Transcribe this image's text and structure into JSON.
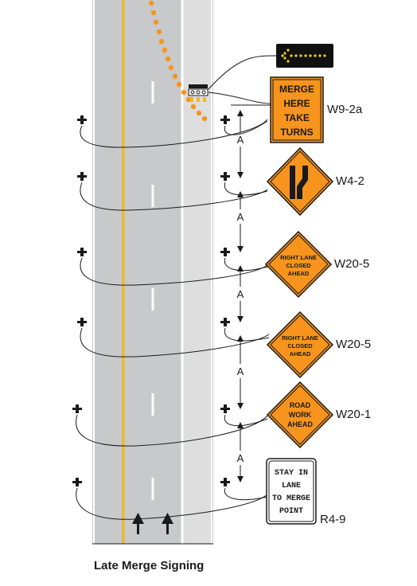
{
  "caption": "Late Merge Signing",
  "dimension_label": "A",
  "signs": [
    {
      "code": "W9-2a",
      "lines": [
        "MERGE",
        "HERE",
        "TAKE",
        "TURNS"
      ],
      "color": "#f7941d"
    },
    {
      "code": "W4-2",
      "lines": [],
      "color": "#f7941d",
      "icon": "lane-ends-merge-icon"
    },
    {
      "code": "W20-5",
      "lines": [
        "RIGHT LANE",
        "CLOSED",
        "AHEAD"
      ],
      "color": "#f7941d"
    },
    {
      "code": "W20-5",
      "lines": [
        "RIGHT LANE",
        "CLOSED",
        "AHEAD"
      ],
      "color": "#f7941d"
    },
    {
      "code": "W20-1",
      "lines": [
        "ROAD",
        "WORK",
        "AHEAD"
      ],
      "color": "#f7941d"
    },
    {
      "code": "R4-9",
      "lines": [
        "STAY IN",
        "LANE",
        "TO MERGE",
        "POINT"
      ],
      "color": "#ffffff"
    }
  ],
  "arrow_board": {
    "icon": "arrow-board-left-icon",
    "color": "#f7d117"
  },
  "colors": {
    "road": "#c8c9cb",
    "closed_lane": "#dedede",
    "edge_line": "#f2b817",
    "channelizer": "#f7941d"
  }
}
